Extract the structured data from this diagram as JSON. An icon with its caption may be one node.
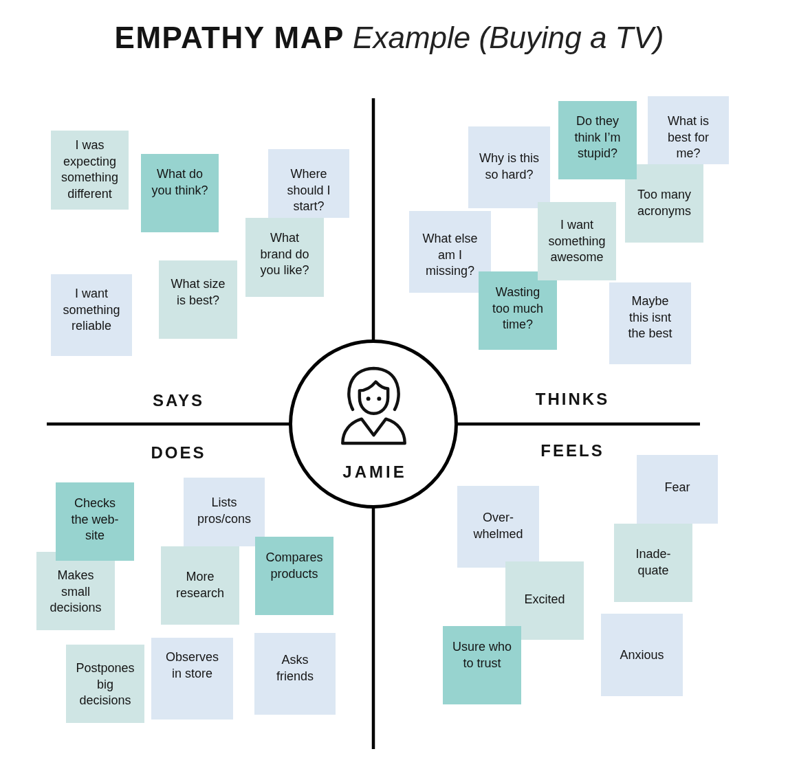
{
  "diagram": {
    "title": "**EMPATHY MAP** *Example (Buying a TV)*",
    "nodes": [
      {
        "text": [
          "I was expecting something different"
        ]
      },
      {
        "text": [
          "What do you think?"
        ]
      },
      {
        "text": [
          "Where should I start?"
        ]
      },
      {
        "text": [
          "What brand do you like?"
        ]
      },
      {
        "text": [
          "I want something reliable"
        ]
      },
      {
        "text": [
          "What size is best?"
        ]
      },
      {
        "text": [
          "Why is this so hard?"
        ]
      },
      {
        "text": [
          "Do they think I’m stupid?"
        ]
      },
      {
        "text": [
          "What is best for me?"
        ]
      },
      {
        "text": [
          "Too many acronyms"
        ]
      },
      {
        "text": [
          "What else am I missing?"
        ]
      },
      {
        "text": [
          "I want something awesome"
        ]
      },
      {
        "text": [
          "Wasting too much time?"
        ]
      },
      {
        "text": [
          "Maybe this isnt the best"
        ]
      },
      {
        "text": [
          "JAMIE"
        ]
      },
      {
        "text": [
          "Checks the web- site"
        ]
      },
      {
        "text": [
          "Lists pros/cons"
        ]
      },
      {
        "text": [
          "Makes small decisions"
        ]
      },
      {
        "text": [
          "More research"
        ]
      },
      {
        "text": [
          "Compares products"
        ]
      },
      {
        "text": [
          "Postpones big decisions"
        ]
      },
      {
        "text": [
          "Observes in store"
        ]
      },
      {
        "text": [
          "Asks friends"
        ]
      },
      {
        "text": [
          "Fear"
        ]
      },
      {
        "text": [
          "Over- whelmed"
        ]
      },
      {
        "text": [
          "Inade- quate"
        ]
      },
      {
        "text": [
          "Excited"
        ]
      },
      {
        "text": [
          "Usure who to trust"
        ]
      },
      {
        "text": [
          "Anxious"
        ]
      }
    ],
    "labels": [
      "SAYS",
      "THINKS",
      "DOES",
      "FEELS"
    ]
  }
}
